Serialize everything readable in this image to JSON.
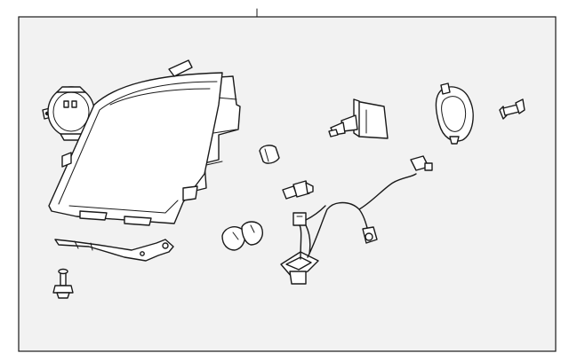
{
  "diagram": {
    "background": "#f2f2f2",
    "line_color": "#1a1a1a",
    "parts": [
      {
        "name": "adjuster-cap"
      },
      {
        "name": "headlamp-assembly"
      },
      {
        "name": "mounting-bracket"
      },
      {
        "name": "mounting-bolt"
      },
      {
        "name": "hid-bulb"
      },
      {
        "name": "ballast-cover"
      },
      {
        "name": "retaining-screw"
      },
      {
        "name": "marker-bulb"
      },
      {
        "name": "wedge-bulb-socket"
      },
      {
        "name": "halogen-bulb-pair"
      },
      {
        "name": "wiring-harness"
      }
    ]
  }
}
